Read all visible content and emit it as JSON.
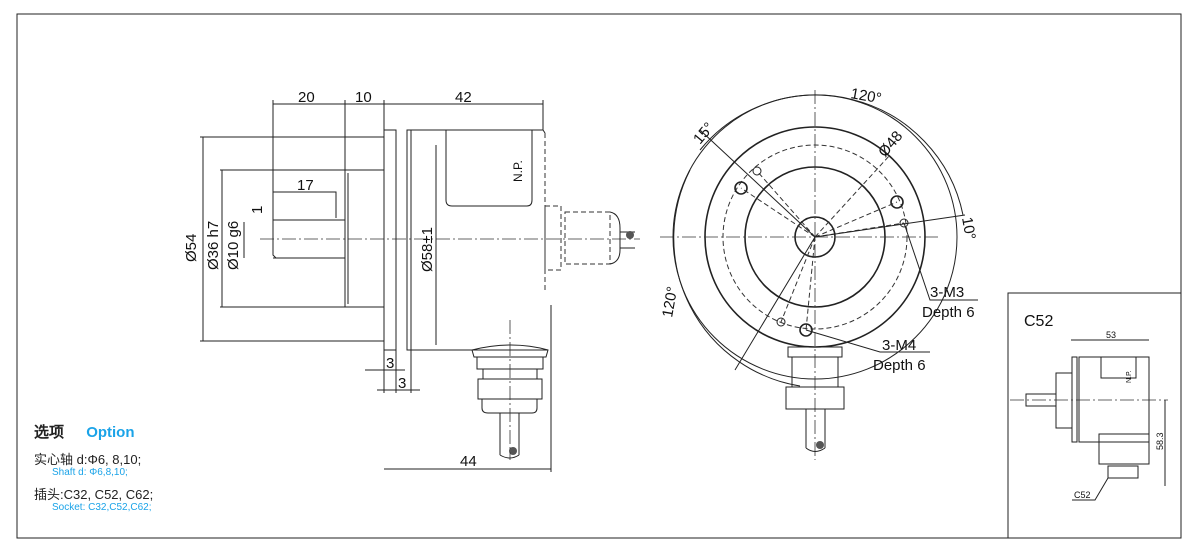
{
  "side_view": {
    "dim_20": "20",
    "dim_10": "10",
    "dim_42": "42",
    "dim_17": "17",
    "dim_1": "1",
    "dim_d54": "Ø54",
    "dim_d36": "Ø36 h7",
    "dim_d10": "Ø10 g6",
    "dim_d58": "Ø58±1",
    "dim_3a": "3",
    "dim_3b": "3",
    "dim_44": "44",
    "np": "N.P."
  },
  "front_view": {
    "angle_top": "120°",
    "angle_left": "120°",
    "angle_15": "15°",
    "angle_10": "10°",
    "dia_48": "Ø48",
    "m3": "3-M3",
    "m3_depth": "Depth 6",
    "m4": "3-M4",
    "m4_depth": "Depth 6"
  },
  "inset": {
    "title": "C52",
    "dim_53": "53",
    "dim_583": "58.3",
    "np": "N.P.",
    "connector": "C52"
  },
  "options": {
    "title_cn": "选项",
    "title_en": "Option",
    "shaft_cn": "实心轴 d:Φ6, 8,10;",
    "shaft_en": "Shaft d: Φ6,8,10;",
    "socket_cn": "插头:C32, C52, C62;",
    "socket_en": "Socket: C32,C52,C62;"
  },
  "colors": {
    "accent": "#1aa3e8",
    "line": "#222222"
  }
}
